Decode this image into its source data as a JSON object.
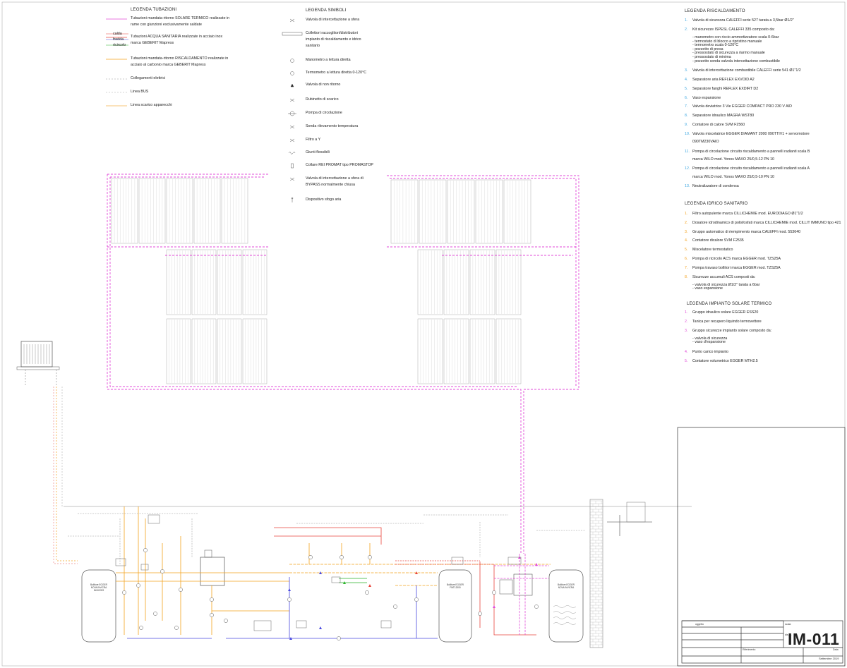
{
  "legend_pipes": {
    "title": "LEGENDA TUBAZIONI",
    "items": [
      {
        "lines": [
          "Tubazioni mandata-ritorno SOLARE TERMICO realizzate in",
          "rame con giunzioni esclusivamente saldate"
        ],
        "color": "#e14bd8"
      },
      {
        "lines": [
          "Tubazioni ACQUA SANITARIA realizzate in acciaio inox",
          "marca GEBERIT Mapress"
        ],
        "tags": [
          "calda",
          "fredda",
          "ricircolo"
        ],
        "color": "#e8453c"
      },
      {
        "lines": [
          "Tubazioni mandata-ritorno RISCALDAMENTO realizzate in",
          "acciaio al carbonio marca GEBERIT Mapress"
        ],
        "color": "#f4a21e"
      },
      {
        "lines": [
          "Collegamenti elettrici"
        ],
        "color": "#b8b8b8"
      },
      {
        "lines": [
          "Linea BUS"
        ],
        "color": "#c9c9c9"
      },
      {
        "lines": [
          "Linea scarico apparecchi"
        ],
        "color": "#f4b24a"
      }
    ]
  },
  "legend_symbols": {
    "title": "LEGENDA SIMBOLI",
    "items": [
      {
        "icon": "ball-valve",
        "lines": [
          "Valvola di intercettazione a sfera"
        ]
      },
      {
        "icon": "collector",
        "lines": [
          "Collettori raccoglitori/distributori",
          "impianto di riscaldamento e idrico",
          "sanitario"
        ]
      },
      {
        "icon": "pressure-gauge",
        "lines": [
          "Manometro a lettura diretta"
        ]
      },
      {
        "icon": "thermometer",
        "lines": [
          "Termometro a lettura diretta 0-120°C"
        ]
      },
      {
        "icon": "check-valve",
        "lines": [
          "Valvola di non ritorno"
        ]
      },
      {
        "icon": "drain-tap",
        "lines": [
          "Rubinetto di scarico"
        ]
      },
      {
        "icon": "pump",
        "lines": [
          "Pompa di circolazione"
        ]
      },
      {
        "icon": "temperature-probe",
        "lines": [
          "Sonda rilevamento temperatura"
        ]
      },
      {
        "icon": "y-filter",
        "lines": [
          "Filtro a Y"
        ]
      },
      {
        "icon": "flexible-joint",
        "lines": [
          "Giunti flessibili"
        ]
      },
      {
        "icon": "fire-collar",
        "lines": [
          "Collare REI PROMAT tipo PROMASTOP"
        ]
      },
      {
        "icon": "bypass-valve",
        "lines": [
          "Valvola di intercettazione a sfera di",
          "BYPASS normalmente chiusa"
        ]
      },
      {
        "icon": "air-vent",
        "lines": [
          "Dispositivo sfogo aria"
        ]
      }
    ]
  },
  "legend_heating": {
    "title": "LEGENDA RISCALDAMENTO",
    "items": [
      {
        "n": "1.",
        "lines": [
          "Valvola di sicurezza CALEFFI serie 527 tarata a 3,5bar Ø1/2\""
        ]
      },
      {
        "n": "2.",
        "lines": [
          "Kit sicurezze ISPESL CALEFFI 335 composto da:",
          "",
          "-    manometro con riccio ammortizzatore scala 0-6bar",
          "-      termostato di blocco a ripristino manuale",
          "-    termometro scala 0-120°C",
          "-      pozzetto di presa",
          "-      pressostato di sicurezza a riarmo manuale",
          "-      pressostato di minima",
          "-      pozzetto sonda valvola intercettazione combustibile"
        ]
      },
      {
        "n": "3.",
        "lines": [
          "Valvola di intercettazione combustibile CALEFFI serie 541 Ø1\"1/2"
        ]
      },
      {
        "n": "4.",
        "lines": [
          "Separatore aria REFLEX EXVOID A2"
        ]
      },
      {
        "n": "5.",
        "lines": [
          "Separatore fanghi REFLEX EXDIRT D2"
        ]
      },
      {
        "n": "6.",
        "lines": [
          "Vaso espansione"
        ]
      },
      {
        "n": "7.",
        "lines": [
          "Valvola deviatrice 3 Vie EGGER COMPACT PRO 230 V AID"
        ]
      },
      {
        "n": "8.",
        "lines": [
          "Separatore idraulico MAGRA WST80"
        ]
      },
      {
        "n": "9.",
        "lines": [
          "Contatore di calore SVM F2560"
        ]
      },
      {
        "n": "10.",
        "lines": [
          "Valvola miscelatrice EGGER DIAMANT 2000 090TTIV1 + servomotore",
          "",
          "090TM230VAIO"
        ]
      },
      {
        "n": "11.",
        "lines": [
          "Pompa di circolazione circuito riscaldamento a pannelli radianti scala B",
          "",
          "marca WILO mod. Yonos MAXO 25/0,5-12 PN 10"
        ]
      },
      {
        "n": "12.",
        "lines": [
          "Pompa di circolazione circuito riscaldamento a pannelli radianti scala A",
          "",
          "marca WILO mod. Yonos MAXO 25/0,5-10 PN 10"
        ]
      },
      {
        "n": "13.",
        "lines": [
          "Neutralizzatore di condensa"
        ]
      }
    ]
  },
  "legend_water": {
    "title": "LEGENDA IDRICO SANITARIO",
    "items": [
      {
        "n": "1.",
        "lines": [
          "Filtro autopulente marca CILLICHEMIE mod. EURODIAGO Ø1\"1/2"
        ]
      },
      {
        "n": "2.",
        "lines": [
          "Dosatore idrodinamico di polisfosfati marca CILLICHEMIE mod. CILLIT IMMUNO tipo 421"
        ]
      },
      {
        "n": "3.",
        "lines": [
          "Gruppo automatico di riempimento marca CALEFFI mod. 553640"
        ]
      },
      {
        "n": "4.",
        "lines": [
          "Contatore dicalore SVM F2535"
        ]
      },
      {
        "n": "5.",
        "lines": [
          "Miscelatore termostatico"
        ]
      },
      {
        "n": "6.",
        "lines": [
          "Pompa di ricircolo ACS marca EGGER mod. TZS25A"
        ]
      },
      {
        "n": "7.",
        "lines": [
          "Pompa travaso bollitori marca EGGER mod. TZS25A"
        ]
      },
      {
        "n": "8.",
        "lines": [
          "Sicurezze accumuli ACS composti da:",
          "",
          "-      valvola di sicurezza Ø1/2\" tarata a 6bar",
          "-      vaso espansione"
        ]
      }
    ]
  },
  "legend_solar": {
    "title": "LEGENDA IMPIANTO SOLARE TERMICO",
    "items": [
      {
        "n": "1.",
        "lines": [
          "Gruppo idraulico solare EGGER ESS20"
        ]
      },
      {
        "n": "2.",
        "lines": [
          "Tanica per recupero liquindo termovettore"
        ]
      },
      {
        "n": "3.",
        "lines": [
          "Gruppo sicurezze impianto solare composto da:",
          "",
          "-   valvola di sicurezza",
          "-   vaso d'espansione"
        ]
      },
      {
        "n": "4.",
        "lines": [
          "Punto carico impianto"
        ]
      },
      {
        "n": "5.",
        "lines": [
          "Contatore volumetrico EGGER MTH2.5"
        ]
      }
    ]
  },
  "colors": {
    "solar": "#e14bd8",
    "heating": "#f4a21e",
    "hot_water": "#e8453c",
    "cold_water": "#4a4adf",
    "recirculation": "#2bb32b",
    "electric": "#bdbdbd",
    "number": "#3aa6e0",
    "water_number": "#f4a21e",
    "solar_number": "#e14bd8"
  },
  "title_block": {
    "drawing_code": "IM-011",
    "date": "Settembre 2019",
    "labels": [
      "oggetto",
      "scala",
      "dis. n.",
      "Riferimento",
      "Data"
    ]
  }
}
